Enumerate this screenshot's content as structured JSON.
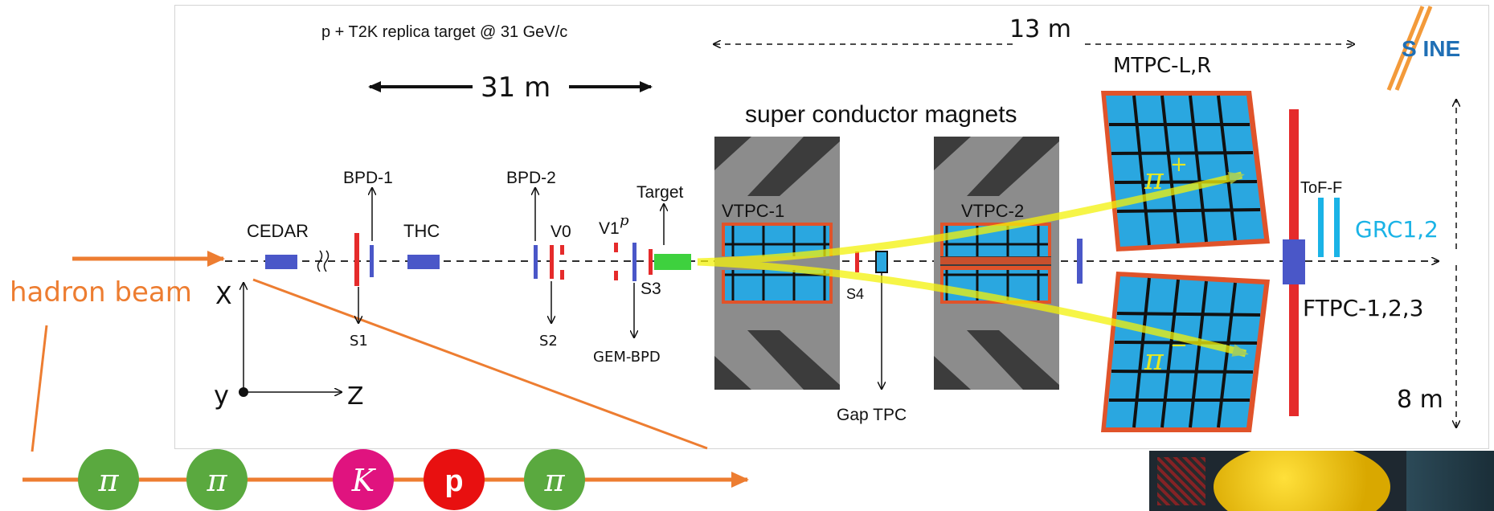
{
  "title": "p + T2K replica target @ 31 GeV/c",
  "logo_text": "S  INE",
  "dimensions": {
    "beamline_length": "31 m",
    "spectrometer_length": "13 m",
    "spectrometer_width": "8 m"
  },
  "beam": {
    "label": "hadron beam",
    "particles": [
      {
        "symbol": "π",
        "color": "#5aa93f"
      },
      {
        "symbol": "π",
        "color": "#5aa93f"
      },
      {
        "symbol": "K",
        "color": "#e0137f"
      },
      {
        "symbol": "p",
        "color": "#e81010"
      },
      {
        "symbol": "π",
        "color": "#5aa93f"
      }
    ]
  },
  "axes": {
    "x": "X",
    "y": "y",
    "z": "Z"
  },
  "detectors": {
    "cedar": "CEDAR",
    "bpd1": "BPD-1",
    "s1": "S1",
    "thc": "THC",
    "bpd2": "BPD-2",
    "v0": "V0",
    "s2": "S2",
    "v1p_base": "V1",
    "v1p_sup": "p",
    "target": "Target",
    "s3": "S3",
    "gem_bpd": "GEM-BPD",
    "magnets": "super conductor magnets",
    "vtpc1": "VTPC-1",
    "vtpc2": "VTPC-2",
    "s4": "S4",
    "gap_tpc": "Gap TPC",
    "mtpc": "MTPC-L,R",
    "pi_plus": "π",
    "pi_plus_sup": "+",
    "pi_minus": "π",
    "pi_minus_sup": "−",
    "tof_f": "ToF-F",
    "grc": "GRC1,2",
    "ftpc": "FTPC-1,2,3"
  },
  "colors": {
    "beam_orange": "#ed7d31",
    "tpc_blue": "#2aa7e0",
    "tpc_border": "#e0532a",
    "magnet_gray": "#8c8c8c",
    "magnet_dark": "#3c3c3c",
    "counter_red": "#e52b2b",
    "counter_blue": "#4a57c8",
    "target_green": "#3ed13e",
    "track_yellow": "#f4f20a",
    "grc_cyan": "#1ab3e6",
    "logo_blue": "#1f6fb5"
  }
}
